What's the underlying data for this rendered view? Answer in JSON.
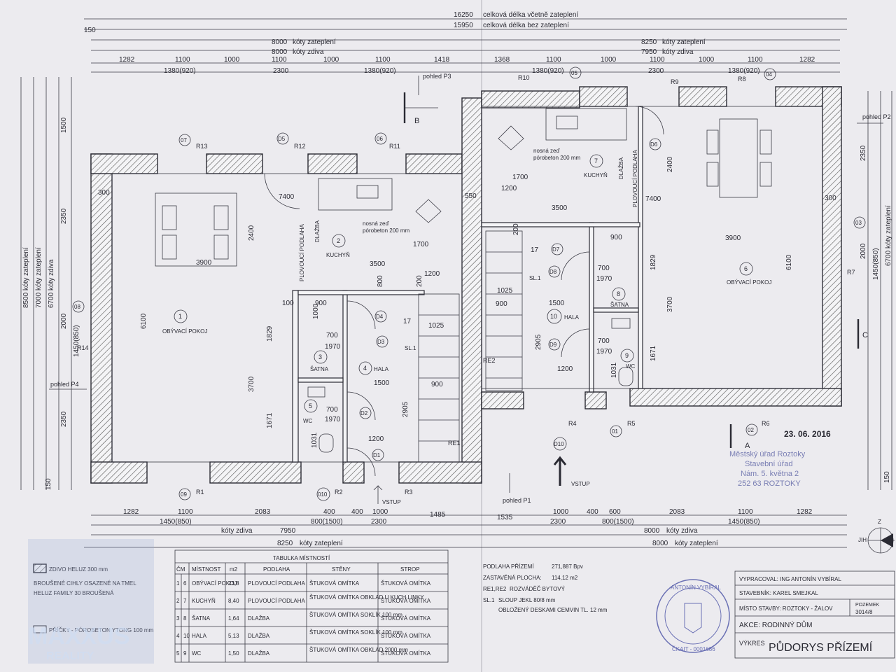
{
  "overall": {
    "total_insul": "16250",
    "total_insul_label": "celková délka včetně zateplení",
    "total_bare": "15950",
    "total_bare_label": "celková délka bez zateplení",
    "left_insul": "8000",
    "left_insul_label": "kóty zateplení",
    "left_masonry": "8000",
    "left_masonry_label": "kóty zdiva",
    "right_insul": "8250",
    "right_insul_label": "kóty zateplení",
    "right_masonry": "7950",
    "right_masonry_label": "kóty zdiva",
    "dim_150": "150"
  },
  "top_dims_left": [
    "1282",
    "1100",
    "1000",
    "1100",
    "1000",
    "1100",
    "1418"
  ],
  "top_dims_left_sub": [
    "1380(920)",
    "2300",
    "1380(920)"
  ],
  "top_dims_right": [
    "1368",
    "1100",
    "1000",
    "1100",
    "1000",
    "1100",
    "1282"
  ],
  "top_dims_right_sub": [
    "1380(920)",
    "2300",
    "1380(920)"
  ],
  "side_left": {
    "insul": "8500 kóty zateplení",
    "masonry1": "7000 kóty zateplení",
    "masonry2": "6700 kóty zdiva",
    "d1500": "1500",
    "d2350": "2350",
    "d2000": "2000",
    "d1450": "1450(850)",
    "d2350b": "2350",
    "d150": "150"
  },
  "side_right": {
    "insul": "6700 kóty zateplení",
    "d1450": "1450(850)",
    "d2000": "2000",
    "d2350": "2350",
    "d150": "150"
  },
  "views": {
    "p3": "pohled P3",
    "p2": "pohled P2",
    "p4": "pohled P4",
    "p1": "pohled P1",
    "b": "B",
    "c": "C",
    "a": "A"
  },
  "window_labels_left": [
    "R13",
    "R12",
    "R11",
    "R14",
    "R1",
    "R2",
    "R3",
    "RE1"
  ],
  "window_labels_right": [
    "R10",
    "R9",
    "R8",
    "R7",
    "R6",
    "R5",
    "R4",
    "RE2"
  ],
  "circle_tags_left": [
    "07",
    "D5",
    "06",
    "08",
    "09",
    "010",
    "D4",
    "D3",
    "D2",
    "D1"
  ],
  "circle_tags_right": [
    "05",
    "04",
    "D6",
    "D7",
    "D8",
    "D9",
    "D10",
    "03",
    "02",
    "01"
  ],
  "rooms": [
    {
      "num": "1",
      "name": "OBÝVACÍ POKOJ"
    },
    {
      "num": "2",
      "name": "KUCHYŇ"
    },
    {
      "num": "3",
      "name": "ŠATNA"
    },
    {
      "num": "4",
      "name": "HALA"
    },
    {
      "num": "5",
      "name": "WC"
    },
    {
      "num": "6",
      "name": "OBÝVACÍ POKOJ"
    },
    {
      "num": "7",
      "name": "KUCHYŇ"
    },
    {
      "num": "8",
      "name": "ŠATNA"
    },
    {
      "num": "9",
      "name": "WC"
    },
    {
      "num": "10",
      "name": "HALA"
    }
  ],
  "interior_dims": {
    "d7400": "7400",
    "d3900": "3900",
    "d6100": "6100",
    "d2400": "2400",
    "d3700": "3700",
    "d1829": "1829",
    "d1671": "1671",
    "d3500": "3500",
    "d1700": "1700",
    "d1200": "1200",
    "d900": "900",
    "d1500": "1500",
    "d700": "700",
    "d1970": "1970",
    "d1025": "1025",
    "d2905": "2905",
    "d100": "100",
    "d1000": "1000",
    "d550": "550",
    "d300": "300",
    "d200": "200",
    "d17": "17",
    "d800": "800",
    "d1031": "1031",
    "d1200b": "1200"
  },
  "notes": {
    "floating_floor": "PLOVOUCÍ PODLAHA",
    "tiles": "DLAŽBA",
    "bearing_wall": "nosná zeď",
    "porobeton": "pórobeton 200 mm",
    "sl1": "SL.1",
    "entry": "VSTUP"
  },
  "bottom_dims_left": [
    "1282",
    "1100",
    "2083",
    "400",
    "1000",
    "1485"
  ],
  "bottom_dims_left_sub": [
    "1450(850)",
    "800(1500)",
    "2300"
  ],
  "bottom_dims_left_mid": [
    "400"
  ],
  "bottom_dims_right": [
    "1535",
    "1000",
    "400",
    "600",
    "2083",
    "1100",
    "1282"
  ],
  "bottom_dims_right_sub": [
    "2300",
    "800(1500)",
    "1450(850)"
  ],
  "bottom_totals": {
    "left_masonry": "7950",
    "left_masonry_label": "kóty zdiva",
    "left_insul": "8250",
    "left_insul_label": "kóty zateplení",
    "right_masonry": "8000",
    "right_masonry_label": "kóty zdiva",
    "right_insul": "8000",
    "right_insul_label": "kóty zateplení"
  },
  "date_stamp": "23. 06. 2016",
  "town_stamp": [
    "Městský úřad Roztoky",
    "Stavební úřad",
    "Nám. 5. května 2",
    "252 63 ROZTOKY"
  ],
  "legend": [
    {
      "text": "ZDIVO HELUZ 300 mm"
    },
    {
      "text": "BROUŠENÉ CIHLY OSAZENÉ NA TMEL"
    },
    {
      "text": "HELUZ FAMILY 30 BROUŠENÁ"
    },
    {
      "text": "PŘÍČKY - PÓROBETON YTONG 100 mm"
    }
  ],
  "watermark": {
    "brand": "MAXXUS",
    "sub": "REALITY"
  },
  "table": {
    "title": "TABULKA MÍSTNOSTÍ",
    "headers": [
      "ČM",
      "MÍSTNOST",
      "m2",
      "PODLAHA",
      "STĚNY",
      "STROP"
    ],
    "rows": [
      [
        "1",
        "6",
        "OBÝVACÍ POKOJ",
        "23,8",
        "PLOVOUCÍ PODLAHA",
        "ŠTUKOVÁ OMÍTKA",
        "ŠTUKOVÁ OMÍTKA"
      ],
      [
        "2",
        "7",
        "KUCHYŇ",
        "8,40",
        "PLOVOUCÍ PODLAHA",
        "ŠTUKOVÁ OMÍTKA OBKLAD U KUCH.LINKY",
        "ŠTUKOVÁ OMÍTKA"
      ],
      [
        "3",
        "8",
        "ŠATNA",
        "1,64",
        "DLAŽBA",
        "ŠTUKOVÁ OMÍTKA SOKLÍK 100 mm",
        "ŠTUKOVÁ OMÍTKA"
      ],
      [
        "4",
        "10",
        "HALA",
        "5,13",
        "DLAŽBA",
        "ŠTUKOVÁ OMÍTKA SOKLÍK 100 mm",
        "ŠTUKOVÁ OMÍTKA"
      ],
      [
        "5",
        "9",
        "WC",
        "1,50",
        "DLAŽBA",
        "ŠTUKOVÁ OMÍTKA OBKLAD 2000 mm",
        "ŠTUKOVÁ OMÍTKA"
      ]
    ]
  },
  "area_notes": [
    {
      "label": "PODLAHA PŘÍZEMÍ",
      "value": "271,887 Bpv"
    },
    {
      "label": "ZASTAVĚNÁ PLOCHA:",
      "value": "114,12 m2"
    },
    {
      "label": "RE1,RE2",
      "value": "ROZVÁDĚČ BYTOVÝ"
    },
    {
      "label": "SL.1",
      "value": "SLOUP JEKL 80/8 mm"
    },
    {
      "label": "",
      "value": "OBLOŽENÝ DESKAMI CEMVIN TL. 12 mm"
    }
  ],
  "title_block": {
    "author": "VYPRACOVAL: ING ANTONÍN VYBÍRAL",
    "builder": "STAVEBNÍK: KAREL SMEJKAL",
    "site": "MÍSTO STAVBY: ROZTOKY - ŽALOV",
    "plot_label": "POZEMEK",
    "plot": "3014/8",
    "action": "AKCE: RODINNÝ DŮM",
    "drawing_label": "VÝKRES",
    "drawing": "PŮDORYS PŘÍZEMÍ"
  },
  "compass": {
    "z": "Z",
    "jih": "JIH"
  },
  "engineer_stamp": [
    "ANTONÍN VYBÍRAL",
    "ČKAIT - 0001686"
  ]
}
